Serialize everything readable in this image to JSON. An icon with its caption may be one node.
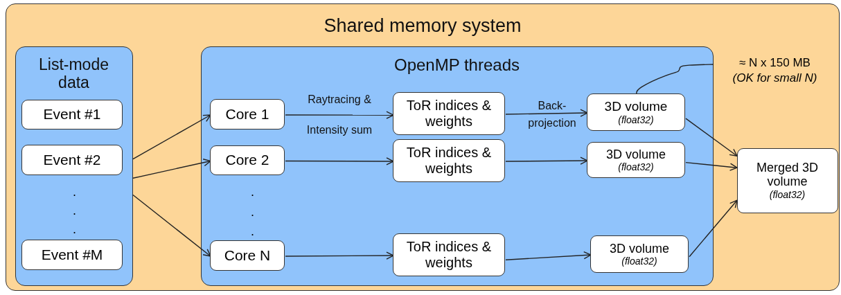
{
  "diagram": {
    "nodes": [
      {
        "text": [
          "Shared memory system"
        ]
      },
      {
        "text": [
          "List-mode data"
        ],
        "in": 0
      },
      {
        "text": [
          "Event #1"
        ],
        "in": 1
      },
      {
        "text": [
          "Event #2"
        ],
        "in": 1
      },
      {
        "text": [
          "Event #M"
        ],
        "in": 1
      },
      {
        "text": [
          "OpenMP threads"
        ],
        "in": 0
      },
      {
        "text": [
          "Core 1"
        ],
        "in": 5
      },
      {
        "text": [
          "Core 2"
        ],
        "in": 5
      },
      {
        "text": [
          "Core N"
        ],
        "in": 5
      },
      {
        "text": [
          "ToR indices & weights"
        ],
        "in": 5
      },
      {
        "text": [
          "ToR indices & weights"
        ],
        "in": 5
      },
      {
        "text": [
          "ToR indices & weights"
        ],
        "in": 5
      },
      {
        "text": [
          "3D volume",
          "(float32)"
        ],
        "in": 5
      },
      {
        "text": [
          "3D volume",
          "(float32)"
        ],
        "in": 5
      },
      {
        "text": [
          "3D volume",
          "(float32)"
        ],
        "in": 5
      },
      {
        "text": [
          "Merged 3D volume",
          "(float32)"
        ],
        "in": 0
      },
      {
        "text": [
          "≈ N x 150 MB",
          "(OK for small N)"
        ],
        "in": 0
      }
    ],
    "edges": [
      {
        "from": 1,
        "to": 6,
        "arrow": "to"
      },
      {
        "from": 1,
        "to": 7,
        "arrow": "to"
      },
      {
        "from": 1,
        "to": 8,
        "arrow": "to"
      },
      {
        "from": 6,
        "to": 9,
        "arrow": "to",
        "label": "Raytracing & Intensity sum"
      },
      {
        "from": 7,
        "to": 10,
        "arrow": "to"
      },
      {
        "from": 8,
        "to": 11,
        "arrow": "to"
      },
      {
        "from": 9,
        "to": 12,
        "arrow": "to",
        "label": "Back-projection"
      },
      {
        "from": 10,
        "to": 13,
        "arrow": "to"
      },
      {
        "from": 11,
        "to": 14,
        "arrow": "to"
      },
      {
        "from": 12,
        "to": 15,
        "arrow": "to"
      },
      {
        "from": 13,
        "to": 15,
        "arrow": "to"
      },
      {
        "from": 14,
        "to": 15,
        "arrow": "to"
      },
      {
        "from": 16,
        "to": 12,
        "arrow": "none"
      }
    ],
    "labels": [
      ".",
      ".",
      ".",
      ".",
      ".",
      "."
    ]
  }
}
